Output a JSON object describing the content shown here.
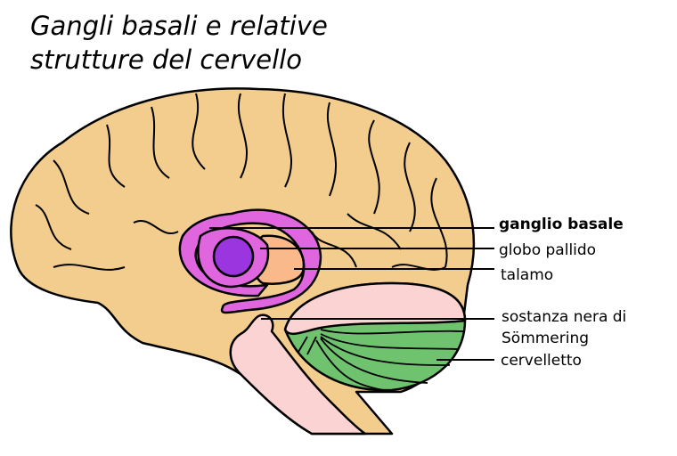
{
  "title": {
    "line1": "Gangli basali e relative",
    "line2": "strutture del cervello"
  },
  "labels": {
    "ganglio_basale": "ganglio basale",
    "globo_pallido": "globo pallido",
    "talamo": "talamo",
    "sostanza_nera_line1": "sostanza nera di",
    "sostanza_nera_line2": "Sömmering",
    "cervelletto": "cervelletto"
  },
  "colors": {
    "brain": "#f3cd8e",
    "basal_ganglion": "#e066e0",
    "globus_pallidus": "#9b35e0",
    "thalamus": "#f9b98a",
    "brainstem": "#fcd3d3",
    "cerebellum": "#6fc36f"
  }
}
